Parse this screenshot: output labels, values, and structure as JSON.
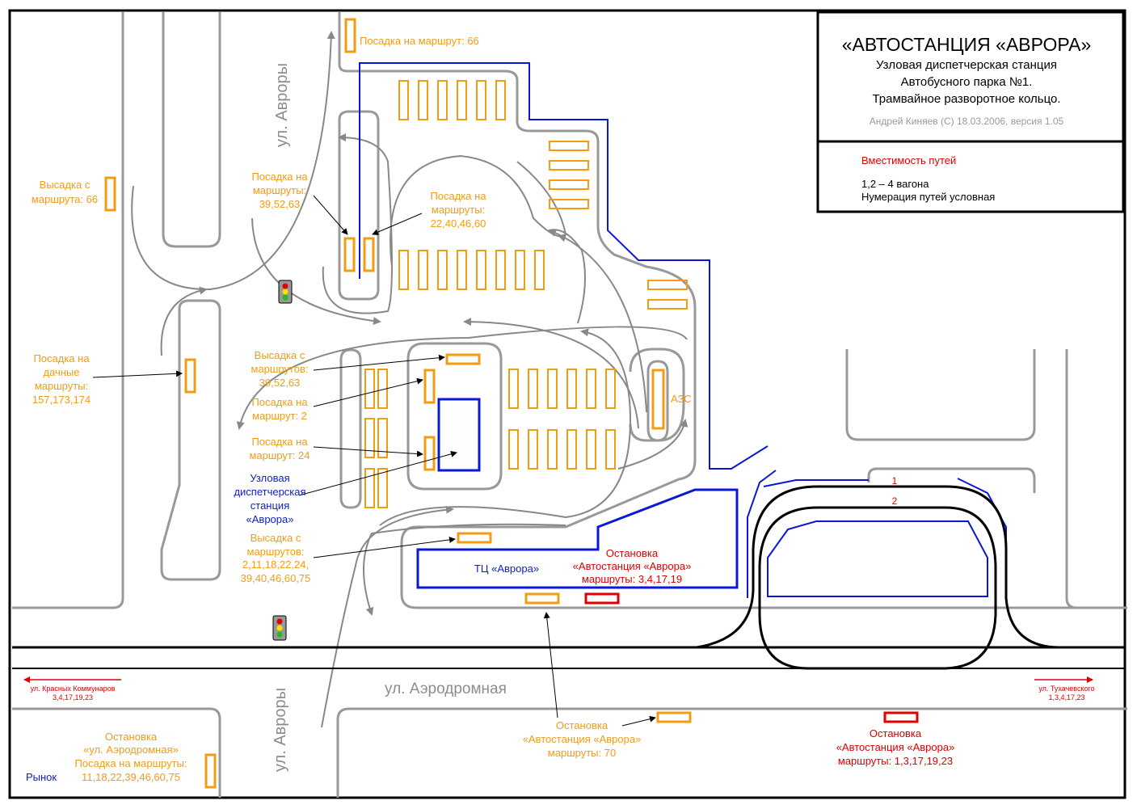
{
  "title": {
    "main": "«АВТОСТАНЦИЯ «АВРОРА»",
    "line1": "Узловая диспетчерская станция",
    "line2": "Автобусного парка №1.",
    "line3": "Трамвайное разворотное кольцо.",
    "author": "Андрей Киняев (С) 18.03.2006, версия 1.05"
  },
  "legend": {
    "heading": "Вместимость путей",
    "line1": "1,2 – 4 вагона",
    "line2": "Нумерация путей условная"
  },
  "streets": {
    "avrory_top": "ул. Авроры",
    "avrory_bottom": "ул. Авроры",
    "aerodromnaya": "ул. Аэродромная"
  },
  "directions": {
    "left_name": "ул. Красных Коммунаров",
    "left_routes": "3,4,17,19,23",
    "right_name": "ул. Тухачевского",
    "right_routes": "1,3,4,17,23"
  },
  "labels": {
    "posadka66": "Посадка на маршрут: 66",
    "vysadka66_1": "Высадка с",
    "vysadka66_2": "маршрута: 66",
    "posadka39_1": "Посадка на",
    "posadka39_2": "маршруты:",
    "posadka39_3": "39,52,63",
    "posadka22_1": "Посадка на",
    "posadka22_2": "маршруты:",
    "posadka22_3": "22,40,46,60",
    "dacha_1": "Посадка на",
    "dacha_2": "дачные",
    "dacha_3": "маршруты:",
    "dacha_4": "157,173,174",
    "vys39_1": "Высадка с",
    "vys39_2": "маршрутов:",
    "vys39_3": "39,52,63",
    "pos2_1": "Посадка на",
    "pos2_2": "маршрут: 2",
    "pos24_1": "Посадка на",
    "pos24_2": "маршрут: 24",
    "uzl_1": "Узловая",
    "uzl_2": "диспетчерская",
    "uzl_3": "станция",
    "uzl_4": "«Аврора»",
    "vys2_1": "Высадка с",
    "vys2_2": "маршрутов:",
    "vys2_3": "2,11,18,22,24,",
    "vys2_4": "39,40,46,60,75",
    "azs": "АЗС",
    "tc": "ТЦ «Аврора»",
    "tram_stop_1": "Остановка",
    "tram_stop_2": "«Автостанция «Аврора»",
    "tram_stop_3": "маршруты: 3,4,17,19",
    "bus70_1": "Остановка",
    "bus70_2": "«Автостанция «Аврора»",
    "bus70_3": "маршруты: 70",
    "tram2_1": "Остановка",
    "tram2_2": "«Автостанция «Аврора»",
    "tram2_3": "маршруты: 1,3,17,19,23",
    "aero_1": "Остановка",
    "aero_2": "«ул. Аэродромная»",
    "aero_3": "Посадка на маршруты:",
    "aero_4": "11,18,22,39,46,60,75",
    "rynok": "Рынок",
    "track1": "1",
    "track2": "2"
  },
  "colors": {
    "bus": "#F39C12",
    "tram": "#E00000",
    "building": "#0A18D6",
    "road": "#999999"
  },
  "icons": [
    "traffic-light-icon",
    "arrow-left-icon",
    "arrow-right-icon"
  ]
}
